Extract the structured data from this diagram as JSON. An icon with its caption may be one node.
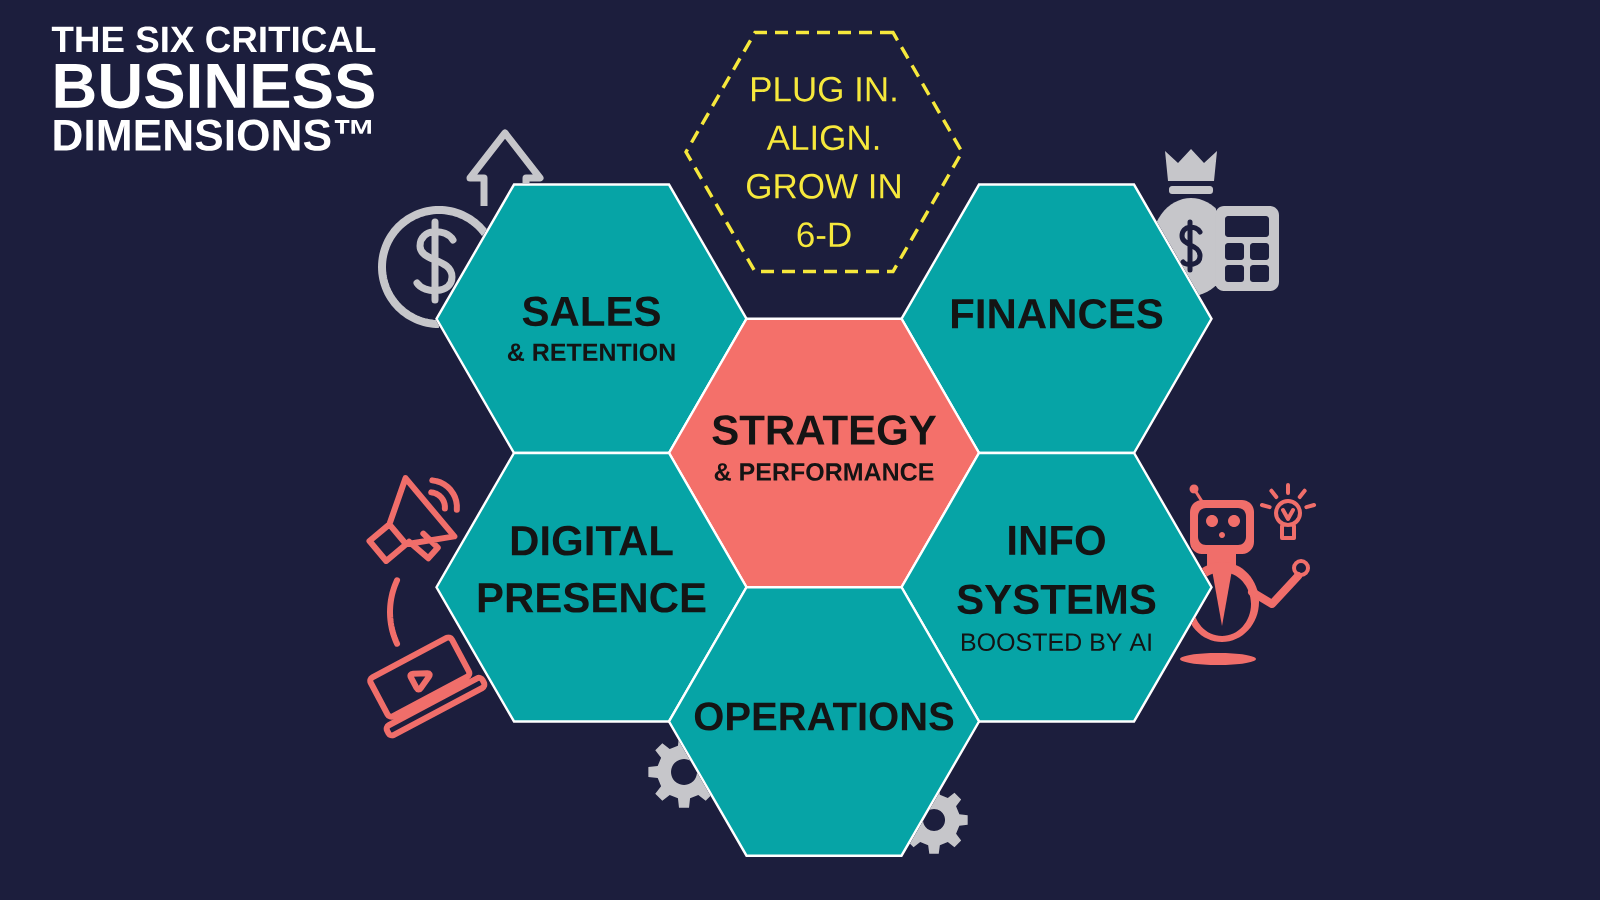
{
  "diagram": {
    "title": "THE SIX CRITICAL BUSINESS DIMENSIONS™",
    "nodes": [
      {
        "text": [
          "PLUG IN. ALIGN. GROW IN 6-D"
        ]
      },
      {
        "text": [
          "SALES",
          "& RETENTION"
        ]
      },
      {
        "text": [
          "FINANCES"
        ]
      },
      {
        "text": [
          "STRATEGY",
          "& PERFORMANCE"
        ]
      },
      {
        "text": [
          "DIGITAL PRESENCE"
        ]
      },
      {
        "text": [
          "INFO SYSTEMS",
          "BOOSTED BY AI"
        ]
      },
      {
        "text": [
          "OPERATIONS"
        ]
      }
    ]
  }
}
